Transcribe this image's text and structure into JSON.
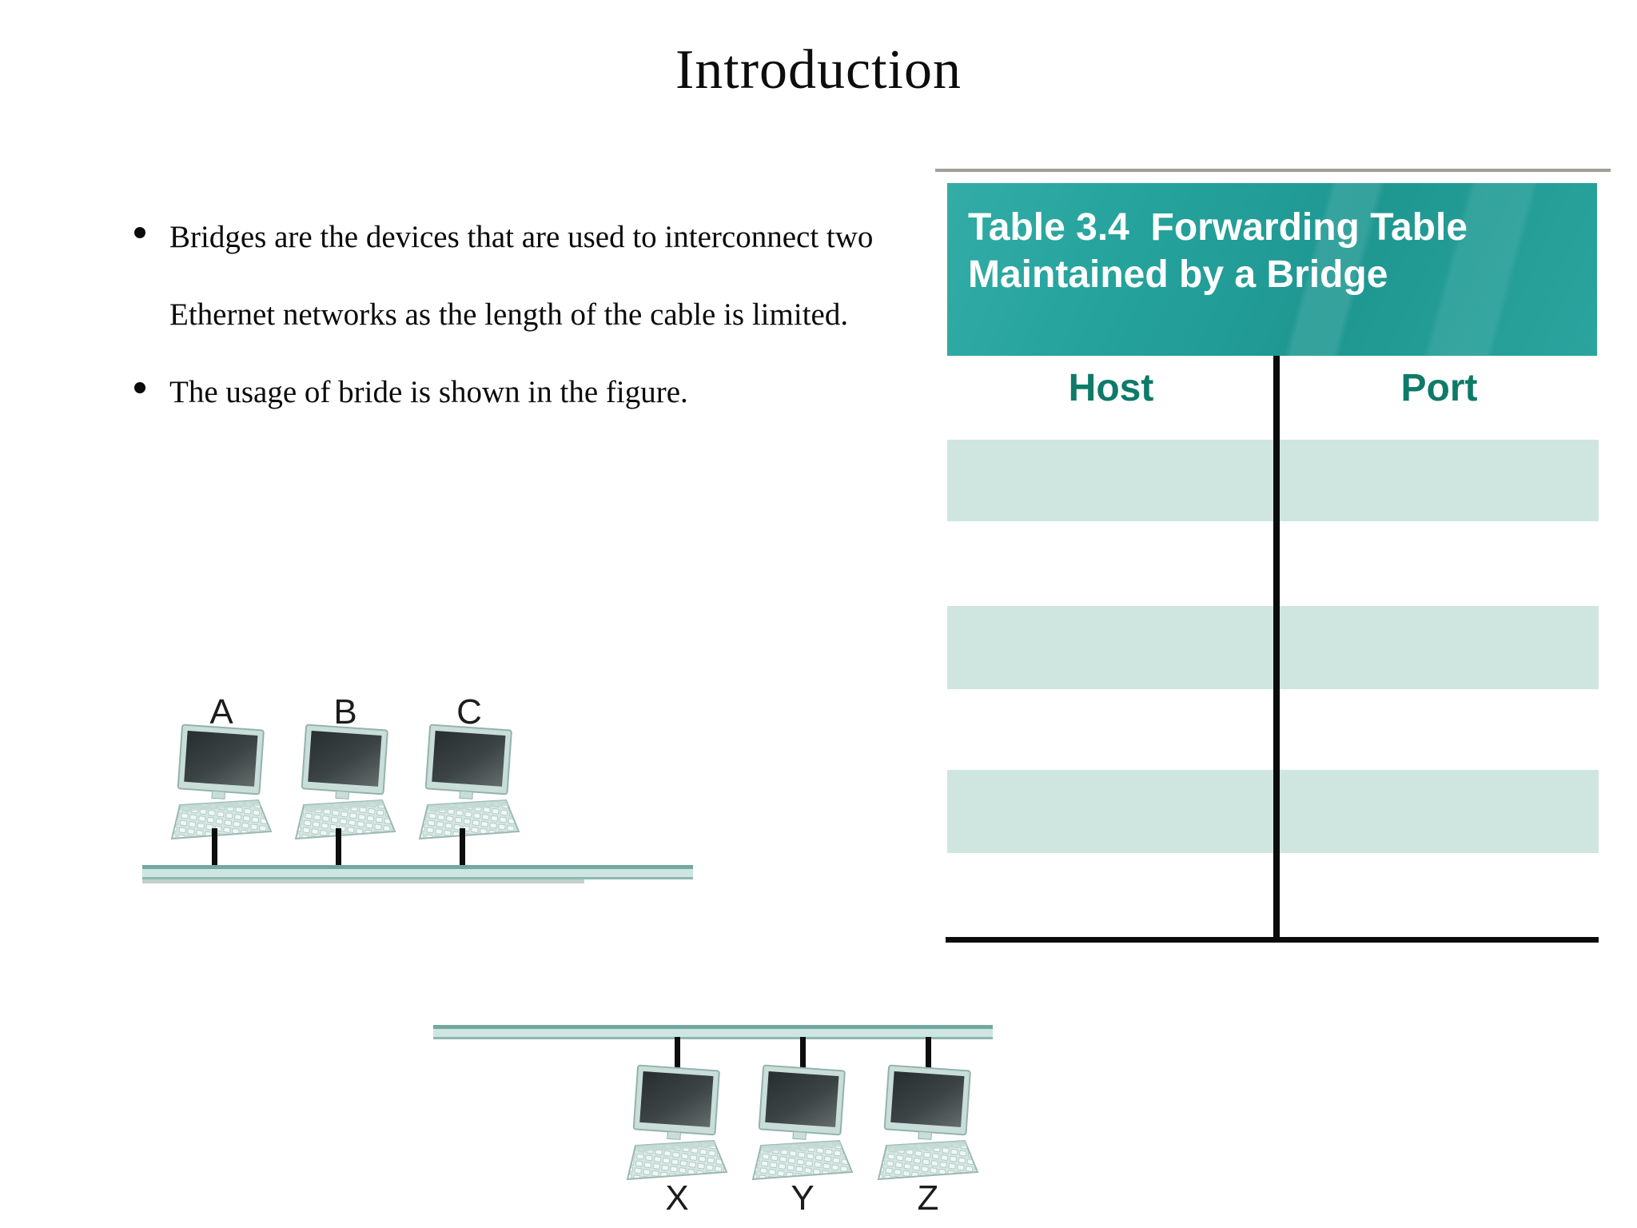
{
  "slide": {
    "title": "Introduction"
  },
  "bullets": [
    {
      "lines": [
        "Bridges are the devices that are used to interconnect two",
        "Ethernet networks as the length of the cable is limited."
      ]
    },
    {
      "lines": [
        "The usage of bride is shown in the figure."
      ]
    }
  ],
  "table": {
    "title_line1": "Table 3.4  Forwarding Table",
    "title_line2": "Maintained by a Bridge",
    "columns": [
      "Host",
      "Port"
    ],
    "rows": [
      [
        "",
        ""
      ],
      [
        "",
        ""
      ],
      [
        "",
        ""
      ]
    ],
    "colors": {
      "banner_teal": "#23a09a",
      "header_text": "#0e7a68",
      "row_shade": "#cfe5e0",
      "divider": "#0b0b0b",
      "topline_gray": "#a39d95"
    }
  },
  "figures": {
    "lan1": {
      "labels": [
        "A",
        "B",
        "C"
      ]
    },
    "lan2": {
      "labels": [
        "X",
        "Y",
        "Z"
      ]
    },
    "colors": {
      "bus_fill": "#cde6e1",
      "bus_edge": "#74a79f",
      "monitor_frame": "#c9ded9",
      "screen_dark": "#323a3a",
      "keyboard": "#d6e7e3",
      "drop_line": "#0d0d0d"
    }
  }
}
